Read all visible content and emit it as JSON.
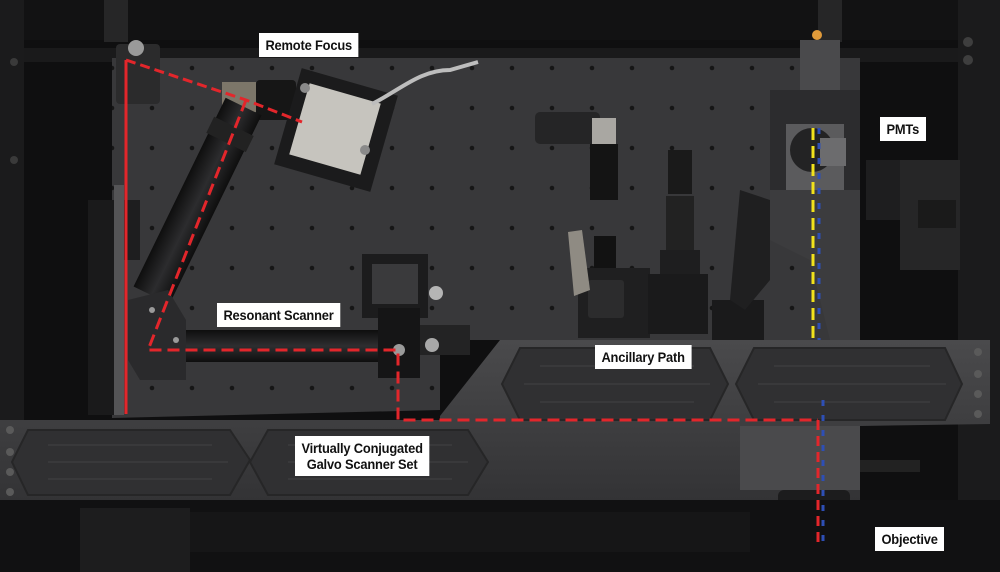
{
  "figure": {
    "description": "Top-down photograph of a multiphoton microscope breadboard with annotated optical beam path",
    "labels": {
      "remote_focus": "Remote Focus",
      "pmts": "PMTs",
      "resonant_scanner": "Resonant Scanner",
      "galvo_line1": "Virtually Conjugated",
      "galvo_line2": "Galvo Scanner Set",
      "ancillary_path": "Ancillary Path",
      "objective": "Objective"
    },
    "beam_paths": [
      {
        "name": "excitation-path",
        "color": "#e3262b",
        "style": "solid-then-dashed"
      },
      {
        "name": "emission-path",
        "color": "#f2e21b",
        "style": "dashed"
      },
      {
        "name": "collection-path",
        "color": "#2e4fb5",
        "style": "dashed"
      }
    ],
    "colors": {
      "label_bg": "#ffffff",
      "label_text": "#111111",
      "breadboard": "#3a3a3c",
      "frame": "#141414"
    }
  }
}
